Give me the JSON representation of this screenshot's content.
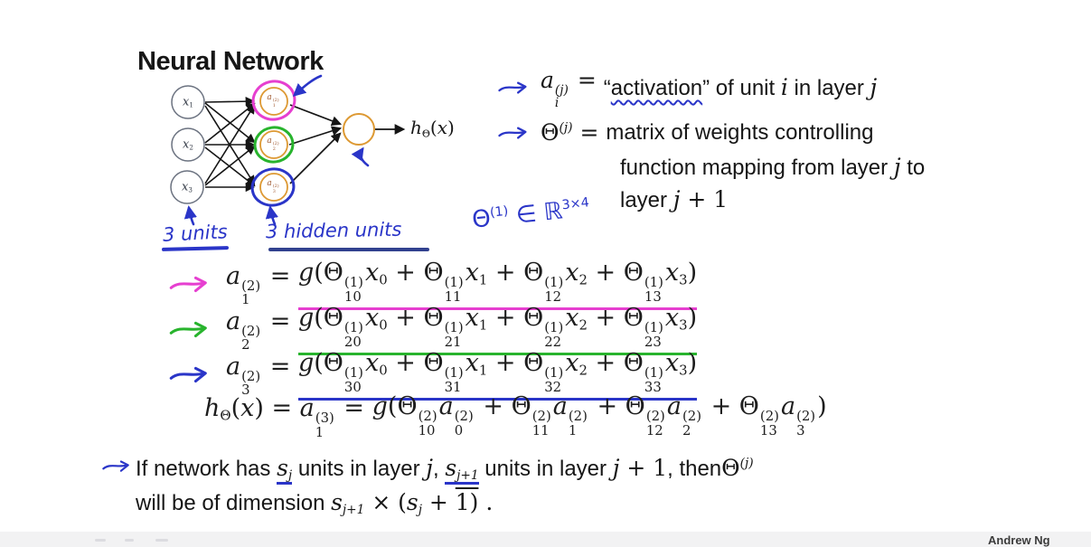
{
  "slide": {
    "title": "Neural Network",
    "author": "Andrew Ng"
  },
  "colors": {
    "magenta": "#e63fd0",
    "green": "#28b42d",
    "blue": "#2a35c8",
    "navy": "#31418f",
    "orange": "#dd9933",
    "ink": "#161616"
  },
  "diagram": {
    "input_labels": [
      "x_{1}",
      "x_{2}",
      "x_{3}"
    ],
    "hidden_labels": [
      "a^{(2)}_{1}",
      "a^{(2)}_{2}",
      "a^{(2)}_{3}"
    ],
    "output_label": "h_{Θ}(x)",
    "ring_colors": [
      "#e63fd0",
      "#28b42d",
      "#2a35c8"
    ]
  },
  "annotations": {
    "units_note": "3 units",
    "hidden_note": "3 hidden units",
    "theta_dim": "Θ^{(1)} ∈ ℝ^{3×4}"
  },
  "definitions": {
    "a_lhs": "a^{(j)}_{i} = ",
    "a_rhs": [
      {
        "t": "“",
        "s": "s"
      },
      {
        "t": "activation",
        "s": "su"
      },
      {
        "t": "” of unit ",
        "s": "s"
      },
      {
        "t": "i",
        "s": "m"
      },
      {
        "t": " in layer ",
        "s": "s"
      },
      {
        "t": "j",
        "s": "m"
      }
    ],
    "theta_lhs": "Θ^{(j)} = ",
    "theta_line1": "matrix of weights controlling",
    "theta_line2": [
      {
        "t": "function mapping from layer ",
        "s": "s"
      },
      {
        "t": "j",
        "s": "m"
      },
      {
        "t": " to",
        "s": "s"
      }
    ],
    "theta_line3": [
      {
        "t": "layer ",
        "s": "s"
      },
      {
        "t": "j + 1",
        "s": "m"
      }
    ]
  },
  "equations": [
    {
      "lhs": "a^{(2)}_{1} = ",
      "rhs": "g(Θ^{(1)}_{10}x_{0} + Θ^{(1)}_{11}x_{1} + Θ^{(1)}_{12}x_{2} + Θ^{(1)}_{13}x_{3})",
      "arrow": "#e63fd0",
      "underline": "#e63fd0"
    },
    {
      "lhs": "a^{(2)}_{2} = ",
      "rhs": "g(Θ^{(1)}_{20}x_{0} + Θ^{(1)}_{21}x_{1} + Θ^{(1)}_{22}x_{2} + Θ^{(1)}_{23}x_{3})",
      "arrow": "#28b42d",
      "underline": "#28b42d"
    },
    {
      "lhs": "a^{(2)}_{3} = ",
      "rhs": "g(Θ^{(1)}_{30}x_{0} + Θ^{(1)}_{31}x_{1} + Θ^{(1)}_{32}x_{2} + Θ^{(1)}_{33}x_{3})",
      "arrow": "#2a35c8",
      "underline": "#2a35c8"
    },
    {
      "lhs": "h_{Θ}(x) = a^{(3)}_{1} = ",
      "rhs": "g(Θ^{(2)}_{10}a^{(2)}_{0} + Θ^{(2)}_{11}a^{(2)}_{1} + Θ^{(2)}_{12}a^{(2)}_{2} + Θ^{(2)}_{13}a^{(2)}_{3})",
      "arrow": null,
      "underline": null
    }
  ],
  "footer": {
    "line1": [
      {
        "t": "If network has ",
        "s": "s"
      },
      {
        "t": "s_{j}",
        "s": "mu"
      },
      {
        "t": " units in layer ",
        "s": "s"
      },
      {
        "t": "j",
        "s": "m"
      },
      {
        "t": ", ",
        "s": "s"
      },
      {
        "t": "s_{j+1}",
        "s": "mu"
      },
      {
        "t": " units in layer ",
        "s": "s"
      },
      {
        "t": "j + 1",
        "s": "m"
      },
      {
        "t": ", then",
        "s": "s"
      },
      {
        "t": "Θ^{(j)}",
        "s": "m"
      }
    ],
    "line2": [
      {
        "t": "will be of dimension ",
        "s": "s"
      },
      {
        "t": "s_{j+1} × (s_{j} + ",
        "s": "m"
      },
      {
        "t": "1)",
        "s": "mo"
      },
      {
        "t": " .",
        "s": "m"
      }
    ]
  }
}
